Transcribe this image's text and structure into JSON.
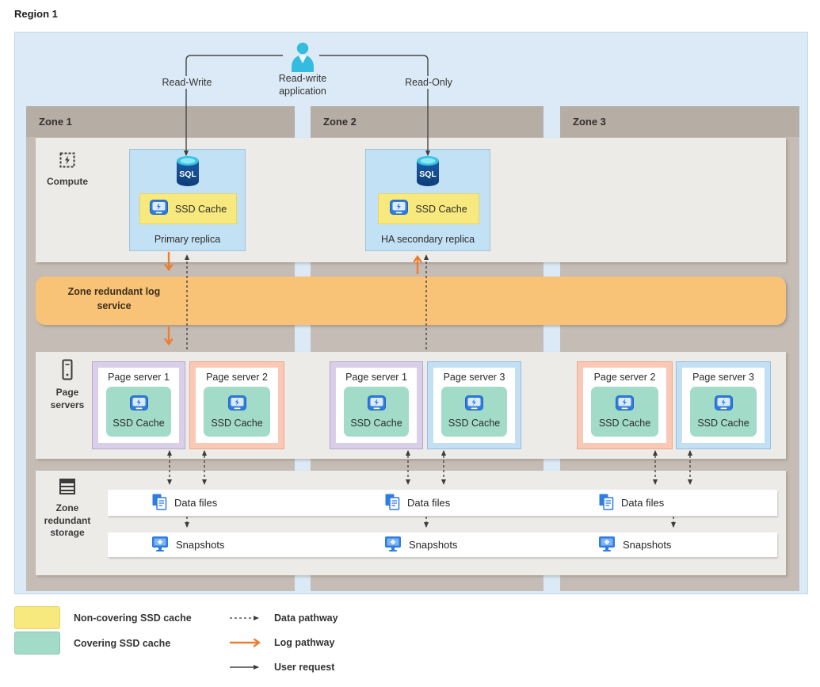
{
  "region": {
    "title": "Region 1"
  },
  "app": {
    "title": "Read-write application",
    "read_write": "Read-Write",
    "read_only": "Read-Only"
  },
  "zones": [
    {
      "name": "Zone 1"
    },
    {
      "name": "Zone 2"
    },
    {
      "name": "Zone 3"
    }
  ],
  "compute": {
    "label": "Compute",
    "replicas": [
      {
        "name": "Primary replica",
        "cache": "SSD Cache",
        "zone": "Zone 1"
      },
      {
        "name": "HA secondary replica",
        "cache": "SSD Cache",
        "zone": "Zone 2"
      }
    ]
  },
  "log": {
    "label": "Zone redundant log service"
  },
  "page_servers": {
    "label": "Page servers",
    "groups": [
      {
        "zone": "Zone 1",
        "servers": [
          {
            "title": "Page server 1",
            "cache": "SSD Cache",
            "variant": "lavender"
          },
          {
            "title": "Page server 2",
            "cache": "SSD Cache",
            "variant": "salmon"
          }
        ]
      },
      {
        "zone": "Zone 2",
        "servers": [
          {
            "title": "Page server 1",
            "cache": "SSD Cache",
            "variant": "lavender"
          },
          {
            "title": "Page server 3",
            "cache": "SSD Cache",
            "variant": "blue"
          }
        ]
      },
      {
        "zone": "Zone 3",
        "servers": [
          {
            "title": "Page server 2",
            "cache": "SSD Cache",
            "variant": "salmon"
          },
          {
            "title": "Page server 3",
            "cache": "SSD Cache",
            "variant": "blue"
          }
        ]
      }
    ]
  },
  "storage": {
    "label": "Zone redundant storage",
    "data_files_label": "Data files",
    "snapshots_label": "Snapshots"
  },
  "legend": {
    "non_covering": "Non-covering SSD cache",
    "covering": "Covering SSD cache",
    "data_pathway": "Data pathway",
    "log_pathway": "Log pathway",
    "user_request": "User request"
  },
  "icons": {
    "application": "person-icon",
    "compute": "chip-icon",
    "replica": "sql-database-icon",
    "cache": "ssd-disk-icon",
    "page_servers": "server-icon",
    "storage": "storage-stack-icon",
    "data_files": "files-icon",
    "snapshots": "snapshot-monitor-icon"
  },
  "colors": {
    "region_bg": "#dbeaf6",
    "zone_header": "#b6ada5",
    "zone_column": "#c5bdb5",
    "section_bg": "#edebe8",
    "log_band": "#f8c377",
    "replica_box": "#c3e1f4",
    "non_covering_cache": "#f8e97e",
    "covering_cache": "#a2dbc7",
    "page_server_1_frame": "#d9cfe8",
    "page_server_2_frame": "#f9c9b6",
    "page_server_3_frame": "#c3dff4",
    "log_arrow": "#ed7d31",
    "data_arrow": "#3a3a3a",
    "user_arrow": "#454545",
    "icon_blue": "#2f7de1",
    "person_cyan": "#33bce0"
  }
}
